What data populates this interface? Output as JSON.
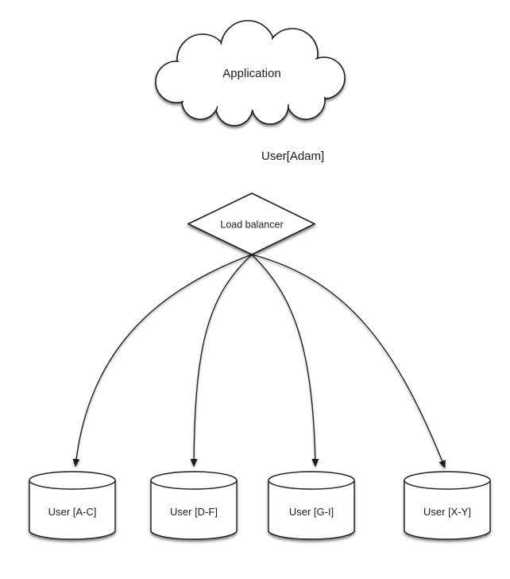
{
  "diagram": {
    "application": {
      "label": "Application"
    },
    "request_edge": {
      "label": "User[Adam]"
    },
    "load_balancer": {
      "label": "Load balancer"
    },
    "shards": [
      {
        "label": "User [A-C]"
      },
      {
        "label": "User [D-F]"
      },
      {
        "label": "User [G-I]"
      },
      {
        "label": "User [X-Y]"
      }
    ],
    "colors": {
      "background": "#ffffff",
      "shape_fill": "#ffffff",
      "stroke": "#1a1a1a",
      "text": "#1a1a1a"
    }
  }
}
